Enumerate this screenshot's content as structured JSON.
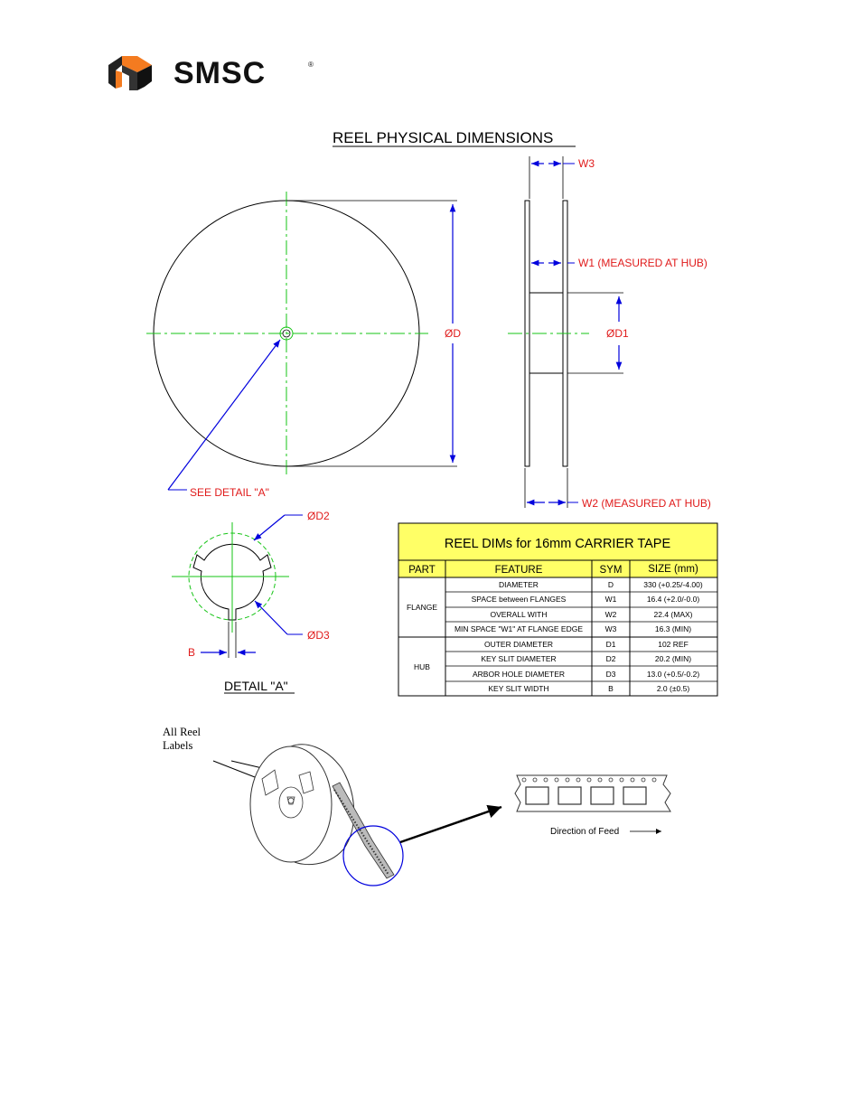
{
  "logo": {
    "text": "SMSC",
    "registered": "®"
  },
  "title": "REEL PHYSICAL DIMENSIONS",
  "colors": {
    "red": "#e01b1b",
    "blue": "#0000dd",
    "green": "#16c416",
    "yellow": "#ffff66"
  },
  "reel_labels": {
    "d": "ØD",
    "d1": "ØD1",
    "w1": "W1 (MEASURED AT HUB)",
    "w2": "W2 (MEASURED AT HUB)",
    "w3": "W3",
    "see_detail": "SEE DETAIL \"A\""
  },
  "detail": {
    "title": "DETAIL \"A\"",
    "d2": "ØD2",
    "d3": "ØD3",
    "b": "B"
  },
  "table": {
    "title": "REEL DIMs for 16mm CARRIER TAPE",
    "headers": [
      "PART",
      "FEATURE",
      "SYM",
      "SIZE (mm)"
    ],
    "groups": [
      {
        "part": "FLANGE",
        "rows": [
          [
            "DIAMETER",
            "D",
            "330 (+0.25/-4.00)"
          ],
          [
            "SPACE between FLANGES",
            "W1",
            "16.4 (+2.0/-0.0)"
          ],
          [
            "OVERALL WITH",
            "W2",
            "22.4 (MAX)"
          ],
          [
            "MIN SPACE \"W1\" AT FLANGE EDGE",
            "W3",
            "16.3 (MIN)"
          ]
        ]
      },
      {
        "part": "HUB",
        "rows": [
          [
            "OUTER DIAMETER",
            "D1",
            "102 REF"
          ],
          [
            "KEY SLIT DIAMETER",
            "D2",
            "20.2 (MIN)"
          ],
          [
            "ARBOR HOLE DIAMETER",
            "D3",
            "13.0 (+0.5/-0.2)"
          ],
          [
            "KEY SLIT WIDTH",
            "B",
            "2.0 (±0.5)"
          ]
        ]
      }
    ]
  },
  "illustration": {
    "labels_line1": "All Reel",
    "labels_line2": "Labels",
    "direction": "Direction of Feed"
  }
}
